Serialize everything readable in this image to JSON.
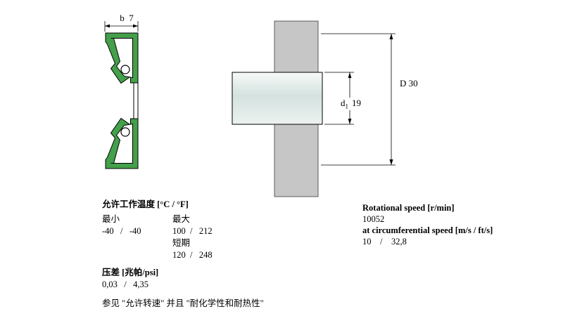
{
  "drawing_left": {
    "width_dim_label": "b  7"
  },
  "drawing_right": {
    "outer_dim_label": "D 30",
    "shaft_dim": {
      "prefix": "d",
      "sub": "1",
      "value": "19"
    }
  },
  "temperature": {
    "title": "允许工作温度 [°C / °F]",
    "col_min": "最小",
    "col_max": "最大",
    "min_values": "-40   /   -40",
    "max_values": "100  /   212",
    "short_term_label": "短期",
    "short_term_values": "120  /   248"
  },
  "pressure": {
    "title": "压差 [兆帕/psi]",
    "values": "0,03   /   4,35"
  },
  "note": "参见 \"允许转速\" 并且 \"耐化学性和耐热性\"",
  "speed": {
    "rotational_title": "Rotational speed [r/min]",
    "rotational_value": "10052",
    "circumferential_title": "at circumferential speed [m/s / ft/s]",
    "circumferential_value": "10    /    32,8"
  },
  "colors": {
    "seal_green": "#44a04a",
    "housing_gray": "#c6c6c6",
    "line_black": "#000000"
  }
}
